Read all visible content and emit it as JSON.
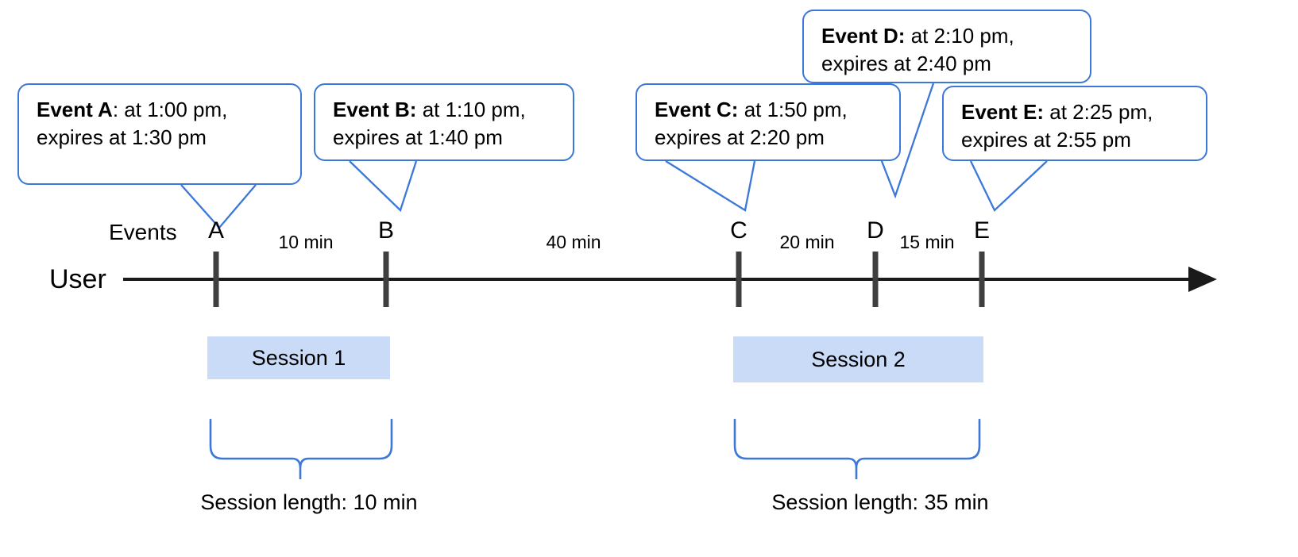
{
  "diagram": {
    "title_none": "",
    "axis": {
      "row_label": "User",
      "events_label": "Events",
      "arrow_color": "#1a1a1a",
      "tick_color": "#3f3f3f"
    },
    "accent_color": "#3c78d8",
    "session_fill": "#c9dbf7",
    "events": [
      {
        "id": "A",
        "tick_label": "A",
        "bold": "Event A",
        "rest": ": at 1:00 pm,",
        "line2": "expires at 1:30 pm",
        "start_time": "1:00 pm",
        "expiry_time": "1:30 pm"
      },
      {
        "id": "B",
        "tick_label": "B",
        "bold": "Event B:",
        "rest": " at 1:10 pm,",
        "line2": "expires at 1:40 pm",
        "start_time": "1:10 pm",
        "expiry_time": "1:40 pm"
      },
      {
        "id": "C",
        "tick_label": "C",
        "bold": "Event C:",
        "rest": " at 1:50 pm,",
        "line2": "expires at 2:20 pm",
        "start_time": "1:50 pm",
        "expiry_time": "2:20 pm"
      },
      {
        "id": "D",
        "tick_label": "D",
        "bold": "Event D:",
        "rest": " at 2:10 pm,",
        "line2": "expires at 2:40 pm",
        "start_time": "2:10 pm",
        "expiry_time": "2:40 pm"
      },
      {
        "id": "E",
        "tick_label": "E",
        "bold": "Event E:",
        "rest": " at 2:25 pm,",
        "line2": "expires at 2:55 pm",
        "start_time": "2:25 pm",
        "expiry_time": "2:55 pm"
      }
    ],
    "gaps": [
      {
        "label": "10 min",
        "from": "A",
        "to": "B"
      },
      {
        "label": "40 min",
        "from": "B",
        "to": "C"
      },
      {
        "label": "20 min",
        "from": "C",
        "to": "D"
      },
      {
        "label": "15 min",
        "from": "D",
        "to": "E"
      }
    ],
    "sessions": [
      {
        "label": "Session 1",
        "caption": "Session length: 10 min",
        "length": "10 min",
        "events": [
          "A",
          "B"
        ]
      },
      {
        "label": "Session 2",
        "caption": "Session length: 35 min",
        "length": "35 min",
        "events": [
          "C",
          "D",
          "E"
        ]
      }
    ]
  }
}
